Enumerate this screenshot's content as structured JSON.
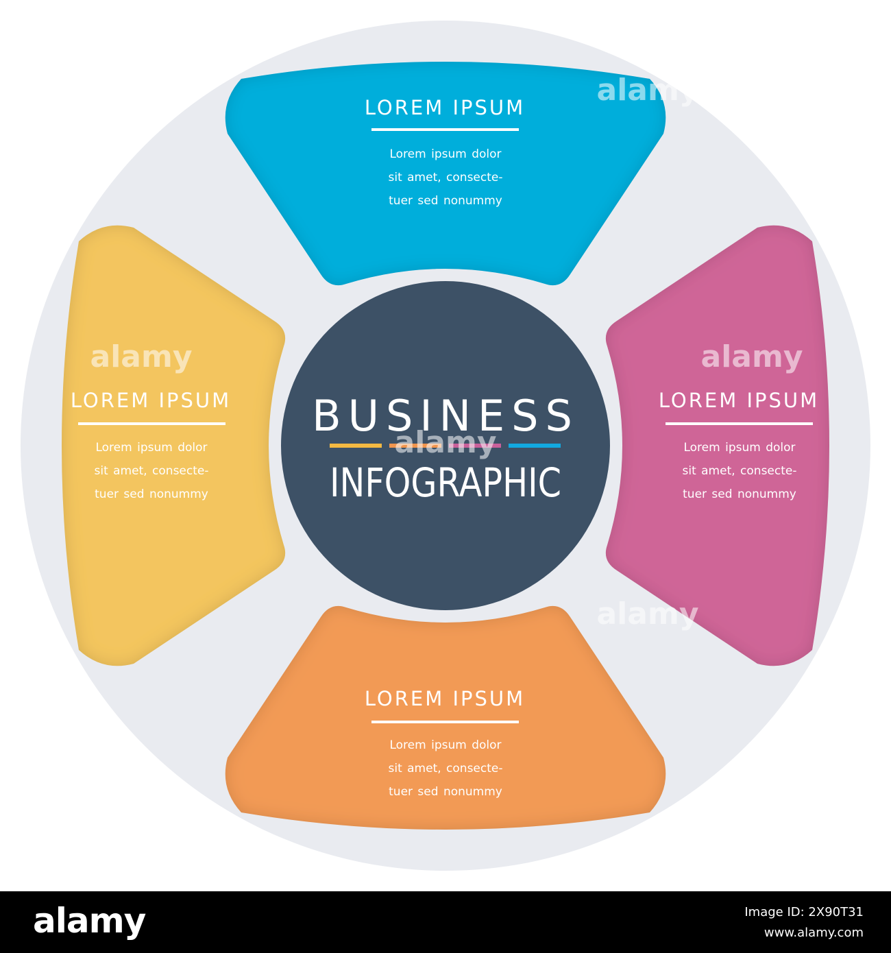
{
  "center": {
    "title_line1": "BUSINESS",
    "title_line2": "INFOGRAPHIC",
    "accent_colors": [
      "#F4B942",
      "#F0954E",
      "#C9609A",
      "#12A9E0"
    ]
  },
  "panels": [
    {
      "title": "LOREM IPSUM",
      "lines": [
        "Lorem ipsum dolor",
        "sit amet, consecte-",
        "tuer sed nonummy"
      ],
      "color": "#00AEDB"
    },
    {
      "title": "LOREM IPSUM",
      "lines": [
        "Lorem ipsum dolor",
        "sit amet, consecte-",
        "tuer sed nonummy"
      ],
      "color": "#CF6597"
    },
    {
      "title": "LOREM IPSUM",
      "lines": [
        "Lorem ipsum dolor",
        "sit amet, consecte-",
        "tuer sed nonummy"
      ],
      "color": "#F29A55"
    },
    {
      "title": "LOREM IPSUM",
      "lines": [
        "Lorem ipsum dolor",
        "sit amet, consecte-",
        "tuer sed nonummy"
      ],
      "color": "#F3C55E"
    }
  ],
  "colors": {
    "ring": "#E9EBF0",
    "center_fill": "#3D5166"
  },
  "watermark": "alamy",
  "footer": {
    "logo": "alamy",
    "image_id_line": "Image ID: 2X90T31",
    "site": "www.alamy.com"
  }
}
